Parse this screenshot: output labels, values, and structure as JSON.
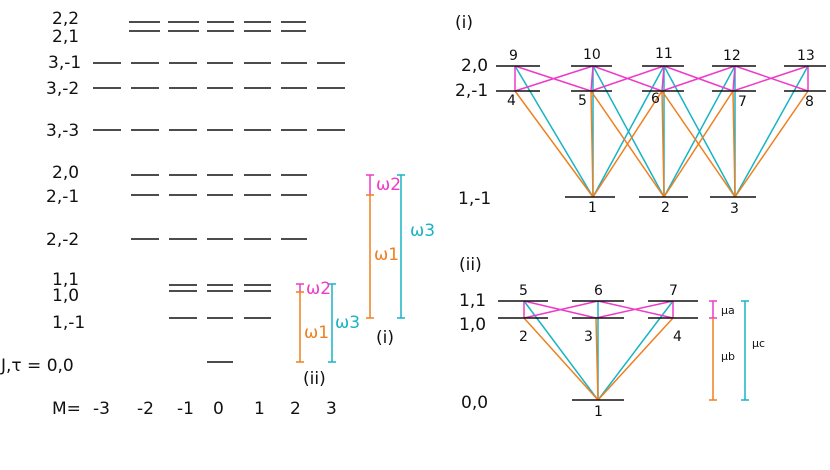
{
  "left_panel": {
    "state_labels": [
      "2,2",
      "2,1",
      "3,-1",
      "3,-2",
      "3,-3",
      "2,0",
      "2,-1",
      "2,-2",
      "1,1",
      "1,0",
      "1,-1",
      "J,τ = 0,0"
    ],
    "m_prefix": "M=",
    "m_values": [
      "-3",
      "-2",
      "-1",
      "0",
      "1",
      "2",
      "3"
    ]
  },
  "left_bars": {
    "i": {
      "label": "(i)",
      "w1": "ω1",
      "w2": "ω2",
      "w3": "ω3"
    },
    "ii": {
      "label": "(ii)",
      "w1": "ω1",
      "w2": "ω2",
      "w3": "ω3"
    }
  },
  "panel_i": {
    "title": "(i)",
    "level_labels": [
      "2,0",
      "2,-1",
      "1,-1"
    ],
    "upper_numbers": [
      "9",
      "10",
      "11",
      "12",
      "13"
    ],
    "middle_numbers": [
      "4",
      "5",
      "6",
      "7",
      "8"
    ],
    "lower_numbers": [
      "1",
      "2",
      "3"
    ]
  },
  "panel_ii": {
    "title": "(ii)",
    "level_labels": [
      "1,1",
      "1,0",
      "0,0"
    ],
    "upper_numbers": [
      "5",
      "6",
      "7"
    ],
    "middle_numbers": [
      "2",
      "3",
      "4"
    ],
    "lower_numbers": [
      "1"
    ],
    "mu": {
      "a": "μa",
      "b": "μb",
      "c": "μc"
    }
  },
  "colors": {
    "magenta": "#ee3ac8",
    "orange": "#ee8020",
    "cyan": "#19b3c5",
    "black": "#111111"
  }
}
